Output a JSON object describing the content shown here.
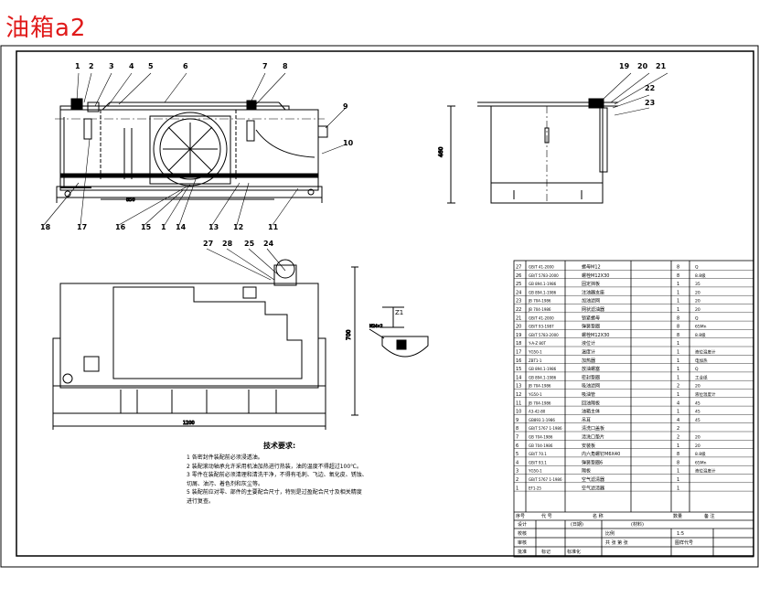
{
  "title": "油箱a2",
  "balloons_front": [
    "1",
    "2",
    "3",
    "4",
    "5",
    "6",
    "7",
    "8",
    "9",
    "10",
    "11",
    "12",
    "13",
    "1",
    "14",
    "15",
    "16",
    "17",
    "18"
  ],
  "balloons_side": [
    "19",
    "20",
    "21",
    "22",
    "23"
  ],
  "balloons_plan": [
    "27",
    "28",
    "25",
    "24"
  ],
  "tech_requirements": {
    "heading": "技术要求:",
    "items": [
      "1  各密封件装配前必须浸透油。",
      "2  装配滚动轴承允许采用机油加热进行热装，油的温度不得超过100℃。",
      "3  零件在装配前必须清理和清洗干净，不得有毛刺、飞边、氧化皮、锈蚀、",
      "切屑、油污、着色剂和灰尘等。",
      "5  装配前应对零、部件的主要配合尺寸，特别是过盈配合尺寸及相关精度",
      "进行复查。"
    ]
  },
  "detail_label": "Z1",
  "colors": {
    "title": "#e01a1a",
    "line": "#000000"
  },
  "table_headers": {
    "seq": "序号",
    "code": "代  号",
    "name": "名  称",
    "qty": "数量",
    "remark": "备  注"
  },
  "table_rows": [
    {
      "no": "27",
      "code": "GB/T 41-2000",
      "name": "螺母M12",
      "qty": "8",
      "rem": "Q"
    },
    {
      "no": "26",
      "code": "GB/T 5783-2000",
      "name": "螺栓M12X30",
      "qty": "8",
      "rem": "8.8级"
    },
    {
      "no": "25",
      "code": "GB 894.1-1986",
      "name": "固定挡板",
      "qty": "1",
      "rem": "35"
    },
    {
      "no": "24",
      "code": "GB 894.1-1986",
      "name": "注油器支座",
      "qty": "1",
      "rem": "20"
    },
    {
      "no": "23",
      "code": "JB 704-1986",
      "name": "加油滤网",
      "qty": "1",
      "rem": "20"
    },
    {
      "no": "22",
      "code": "JB 704-1986",
      "name": "网状滤油器",
      "qty": "1",
      "rem": "20"
    },
    {
      "no": "21",
      "code": "GB/T 41-2000",
      "name": "锁紧螺母",
      "qty": "8",
      "rem": "Q"
    },
    {
      "no": "20",
      "code": "GB/T 93-1987",
      "name": "弹簧垫圈",
      "qty": "8",
      "rem": "65Mn"
    },
    {
      "no": "19",
      "code": "GB/T 5783-2000",
      "name": "螺栓M12X30",
      "qty": "8",
      "rem": "8.8级"
    },
    {
      "no": "18",
      "code": "Y-A-Z 80T",
      "name": "液位计",
      "qty": "1",
      "rem": ""
    },
    {
      "no": "17",
      "code": "YG50-1",
      "name": "温度计",
      "qty": "1",
      "rem": "液位温度计"
    },
    {
      "no": "16",
      "code": "ZBT1-1",
      "name": "加热器",
      "qty": "1",
      "rem": "电加热"
    },
    {
      "no": "15",
      "code": "GB 894.1-1986",
      "name": "放油螺塞",
      "qty": "1",
      "rem": "Q"
    },
    {
      "no": "14",
      "code": "GB 894.1-1986",
      "name": "密封垫圈",
      "qty": "1",
      "rem": "工业纸"
    },
    {
      "no": "13",
      "code": "JB 704-1986",
      "name": "吸油滤网",
      "qty": "2",
      "rem": "20"
    },
    {
      "no": "12",
      "code": "YG50-1",
      "name": "吸油管",
      "qty": "1",
      "rem": "液位温度计"
    },
    {
      "no": "11",
      "code": "JB 704-1986",
      "name": "回油隔板",
      "qty": "4",
      "rem": "45"
    },
    {
      "no": "10",
      "code": "A3-42-80",
      "name": "油箱主体",
      "qty": "1",
      "rem": "45"
    },
    {
      "no": "9",
      "code": "GB893.1-1986",
      "name": "吊耳",
      "qty": "4",
      "rem": "45"
    },
    {
      "no": "8",
      "code": "GB/T 5767 1-1986",
      "name": "清洗口盖板",
      "qty": "2",
      "rem": ""
    },
    {
      "no": "7",
      "code": "GB 704-1986",
      "name": "清洗口垫片",
      "qty": "2",
      "rem": "20"
    },
    {
      "no": "6",
      "code": "GB 704-1986",
      "name": "安装板",
      "qty": "1",
      "rem": "20"
    },
    {
      "no": "5",
      "code": "GB/T 70.1",
      "name": "内六角螺钉M6X40",
      "qty": "8",
      "rem": "8.8级"
    },
    {
      "no": "4",
      "code": "GB/T 93.1",
      "name": "弹簧垫圈6",
      "qty": "8",
      "rem": "65Mn"
    },
    {
      "no": "3",
      "code": "YG50-1",
      "name": "隔板",
      "qty": "1",
      "rem": "液位温度计"
    },
    {
      "no": "2",
      "code": "GB/T 5767 1-1986",
      "name": "空气滤清器",
      "qty": "1",
      "rem": ""
    },
    {
      "no": "1",
      "code": "EF1-25",
      "name": "空气滤清器",
      "qty": "1",
      "rem": ""
    }
  ],
  "title_block": {
    "design": "设计",
    "check": "校核",
    "review": "审核",
    "approve": "批准",
    "date": "(日期)",
    "material": "(材料)",
    "scale": "比例",
    "scale_val": "1:5",
    "sheet": "共   张  第   张",
    "drawing_no": "图样代号",
    "part_no": "标记",
    "standard": "标准化"
  }
}
